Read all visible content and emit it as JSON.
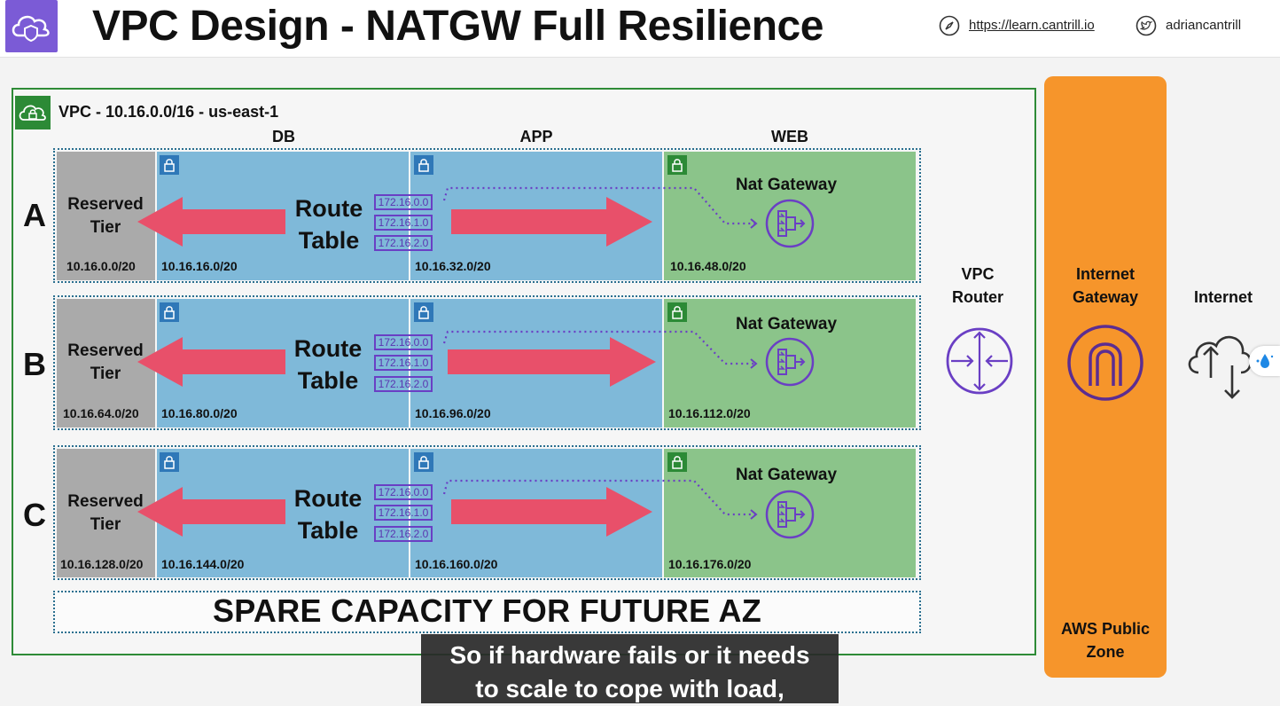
{
  "header": {
    "title": "VPC Design - NATGW Full Resilience",
    "site_link": "https://learn.cantrill.io",
    "twitter_handle": "adriancantrill",
    "logo_icon": "cloud-shield-icon"
  },
  "vpc": {
    "label": "VPC - 10.16.0.0/16 - us-east-1",
    "tier_headers": [
      "DB",
      "APP",
      "WEB"
    ]
  },
  "azs": [
    {
      "letter": "A",
      "reserved_label": "Reserved\nTier",
      "reserved_cidr": "10.16.0.0/20",
      "db_cidr": "10.16.16.0/20",
      "app_cidr": "10.16.32.0/20",
      "web_cidr": "10.16.48.0/20",
      "route_label": "Route\nTable",
      "routes": [
        "172.16.0.0",
        "172.16.1.0",
        "172.16.2.0"
      ],
      "nat_label": "Nat Gateway"
    },
    {
      "letter": "B",
      "reserved_label": "Reserved\nTier",
      "reserved_cidr": "10.16.64.0/20",
      "db_cidr": "10.16.80.0/20",
      "app_cidr": "10.16.96.0/20",
      "web_cidr": "10.16.112.0/20",
      "route_label": "Route\nTable",
      "routes": [
        "172.16.0.0",
        "172.16.1.0",
        "172.16.2.0"
      ],
      "nat_label": "Nat Gateway"
    },
    {
      "letter": "C",
      "reserved_label": "Reserved\nTier",
      "reserved_cidr": "10.16.128.0/20",
      "db_cidr": "10.16.144.0/20",
      "app_cidr": "10.16.160.0/20",
      "web_cidr": "10.16.176.0/20",
      "route_label": "Route\nTable",
      "routes": [
        "172.16.0.0",
        "172.16.1.0",
        "172.16.2.0"
      ],
      "nat_label": "Nat Gateway"
    }
  ],
  "spare_capacity": "SPARE CAPACITY FOR FUTURE AZ",
  "vpc_router": {
    "label": "VPC\nRouter"
  },
  "internet_gateway": {
    "label": "Internet\nGateway",
    "zone_label": "AWS Public\nZone"
  },
  "internet": {
    "label": "Internet"
  },
  "caption": "So if hardware fails or it needs\nto scale to cope with load,",
  "colors": {
    "vpc_border": "#2e8b37",
    "subnet_blue": "#7fb9d9",
    "subnet_green": "#8bc48a",
    "reserved_grey": "#aaaaaa",
    "arrow_red": "#e8506a",
    "purple": "#6a3fc4",
    "igw_orange": "#f6952b",
    "logo_purple": "#7b5bd6"
  }
}
